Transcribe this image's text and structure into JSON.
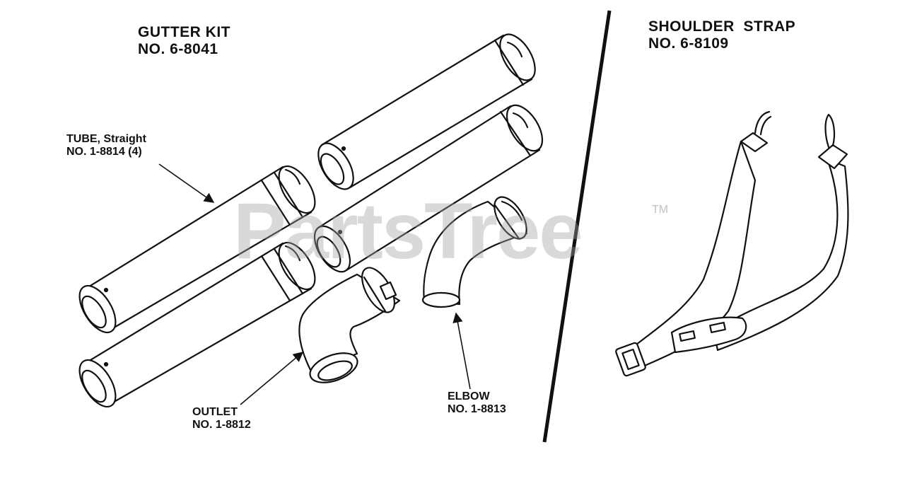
{
  "gutter_kit": {
    "line1": "GUTTER KIT",
    "line2": "NO. 6-8041"
  },
  "shoulder_strap": {
    "line1": "SHOULDER  STRAP",
    "line2": "NO. 6-8109"
  },
  "parts": {
    "tube": {
      "line1": "TUBE, Straight",
      "line2": "NO. 1-8814 (4)"
    },
    "outlet": {
      "line1": "OUTLET",
      "line2": "NO. 1-8812"
    },
    "elbow": {
      "line1": "ELBOW",
      "line2": "NO. 1-8813"
    }
  },
  "watermark": {
    "text": "PartsTree",
    "trademark": "TM"
  },
  "colors": {
    "ink": "#111111",
    "paper": "#ffffff",
    "watermark": "#a0a0a0"
  }
}
